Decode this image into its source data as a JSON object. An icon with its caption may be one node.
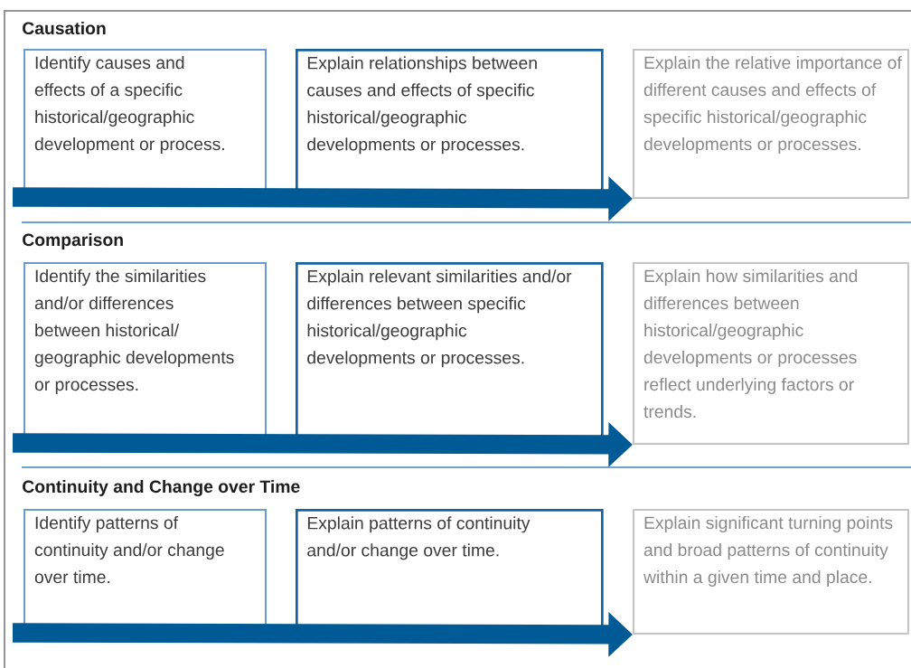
{
  "diagram": {
    "nodes": [
      {
        "text": [
          "Identify causes and effects of a specific historical/geographic development or process."
        ]
      },
      {
        "text": [
          "Explain relationships between causes and effects of specific historical/geographic developments or processes."
        ]
      },
      {
        "text": [
          "Explain the relative importance of different causes and effects of specific historical/geographic developments or processes."
        ]
      },
      {
        "text": [
          "Identify the similarities and/or differences between historical/ geographic developments or processes."
        ]
      },
      {
        "text": [
          "Explain relevant similarities and/or differences between specific historical/geographic developments or processes."
        ]
      },
      {
        "text": [
          "Explain how similarities and differences between historical/geographic developments or processes reflect underlying factors or trends."
        ]
      },
      {
        "text": [
          "Identify patterns of continuity and/or change over time."
        ]
      },
      {
        "text": [
          "Explain patterns of continuity and/or change over time."
        ]
      },
      {
        "text": [
          "Explain significant turning points and broad patterns of continuity within a given time and place."
        ]
      }
    ],
    "edges": [
      {
        "from": null,
        "to": 2,
        "arrow": "to"
      },
      {
        "from": null,
        "to": 5,
        "arrow": "to"
      },
      {
        "from": null,
        "to": 8,
        "arrow": "to"
      }
    ],
    "labels": [
      "Causation",
      "Comparison",
      "Continuity and Change over Time"
    ]
  }
}
